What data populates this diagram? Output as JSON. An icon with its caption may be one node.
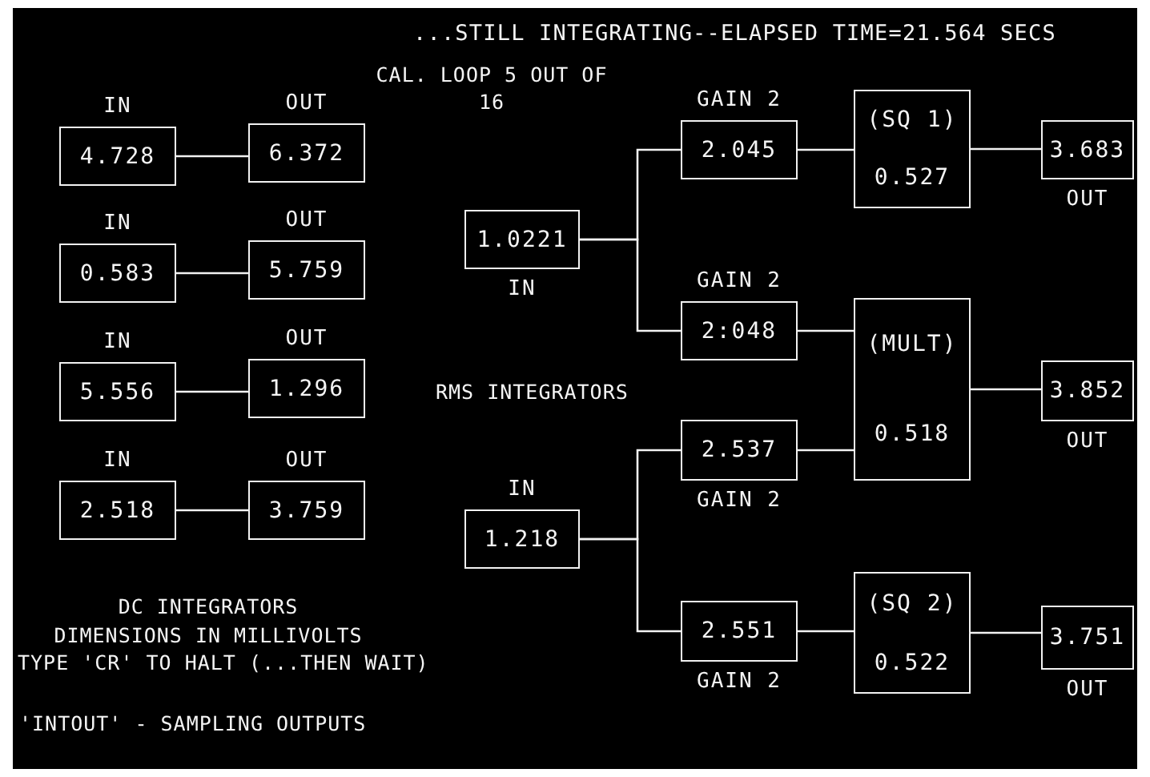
{
  "diagram": {
    "title": "...STILL INTEGRATING--ELAPSED TIME=21.564 SECS",
    "nodes": [
      {
        "text": [
          "4.728"
        ],
        "beside": [
          "IN"
        ]
      },
      {
        "text": [
          "6.372"
        ],
        "beside": [
          "OUT"
        ]
      },
      {
        "text": [
          "0.583"
        ],
        "beside": [
          "IN"
        ]
      },
      {
        "text": [
          "5.759"
        ],
        "beside": [
          "OUT"
        ]
      },
      {
        "text": [
          "5.556"
        ],
        "beside": [
          "IN"
        ]
      },
      {
        "text": [
          "1.296"
        ],
        "beside": [
          "OUT"
        ]
      },
      {
        "text": [
          "2.518"
        ],
        "beside": [
          "IN"
        ]
      },
      {
        "text": [
          "3.759"
        ],
        "beside": [
          "OUT"
        ]
      },
      {
        "text": [
          "1.0221"
        ],
        "beside": [
          "IN"
        ]
      },
      {
        "text": [
          "2.045"
        ],
        "beside": [
          "GAIN 2"
        ]
      },
      {
        "text": [
          "(SQ 1)",
          "0.527"
        ]
      },
      {
        "text": [
          "3.683"
        ],
        "beside": [
          "OUT"
        ]
      },
      {
        "text": [
          "2:048"
        ],
        "beside": [
          "GAIN 2"
        ]
      },
      {
        "text": [
          "(MULT)",
          "0.518"
        ]
      },
      {
        "text": [
          "3.852"
        ],
        "beside": [
          "OUT"
        ]
      },
      {
        "text": [
          "1.218"
        ],
        "beside": [
          "IN"
        ]
      },
      {
        "text": [
          "2.537"
        ],
        "beside": [
          "GAIN 2"
        ]
      },
      {
        "text": [
          "2.551"
        ],
        "beside": [
          "GAIN 2"
        ]
      },
      {
        "text": [
          "(SQ 2)",
          "0.522"
        ]
      },
      {
        "text": [
          "3.751"
        ],
        "beside": [
          "OUT"
        ]
      }
    ],
    "edges": [
      {
        "from": 0,
        "to": 1,
        "arrow": "none"
      },
      {
        "from": 2,
        "to": 3,
        "arrow": "none"
      },
      {
        "from": 4,
        "to": 5,
        "arrow": "none"
      },
      {
        "from": 6,
        "to": 7,
        "arrow": "none"
      },
      {
        "from": 8,
        "to": 9,
        "arrow": "none"
      },
      {
        "from": 8,
        "to": 12,
        "arrow": "none"
      },
      {
        "from": 9,
        "to": 10,
        "arrow": "none"
      },
      {
        "from": 10,
        "to": 11,
        "arrow": "none"
      },
      {
        "from": 12,
        "to": 13,
        "arrow": "none"
      },
      {
        "from": 16,
        "to": 13,
        "arrow": "none"
      },
      {
        "from": 13,
        "to": 14,
        "arrow": "none"
      },
      {
        "from": 15,
        "to": 16,
        "arrow": "none"
      },
      {
        "from": 15,
        "to": 17,
        "arrow": "none"
      },
      {
        "from": 17,
        "to": 18,
        "arrow": "none"
      },
      {
        "from": 18,
        "to": 19,
        "arrow": "none"
      }
    ],
    "labels": [
      "CAL. LOOP 5 OUT OF 16",
      "RMS INTEGRATORS",
      "DC INTEGRATORS",
      "DIMENSIONS IN MILLIVOLTS",
      "TYPE 'CR' TO HALT (...THEN WAIT)",
      "'INTOUT' - SAMPLING OUTPUTS"
    ]
  }
}
